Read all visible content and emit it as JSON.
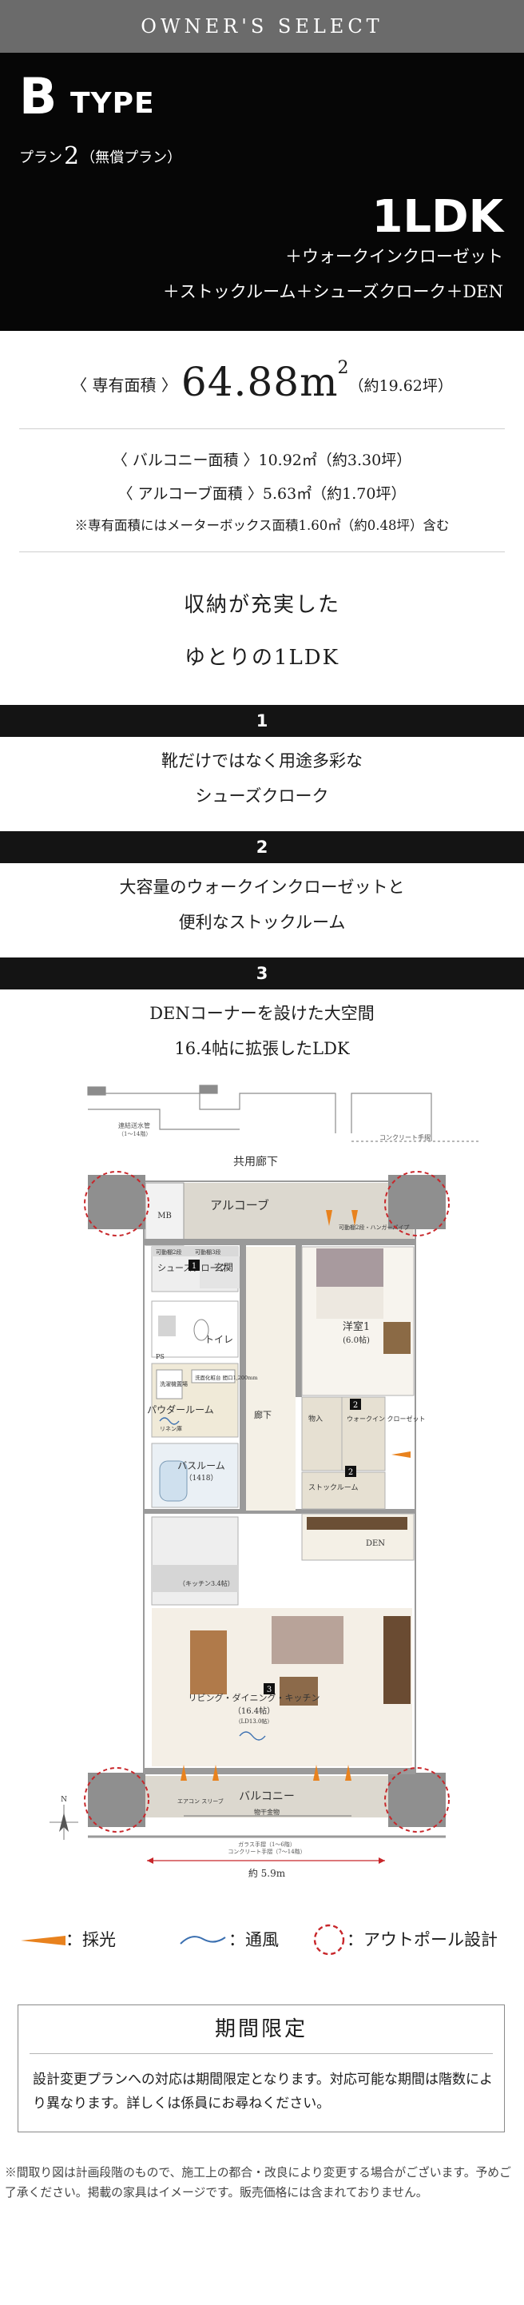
{
  "header": {
    "brand": "OWNER'S SELECT",
    "type_letter": "B",
    "type_word": "TYPE",
    "plan_prefix": "プラン",
    "plan_number": "2",
    "plan_note": "（無償プラン）",
    "layout": "1LDK",
    "features_line1": "＋ウォークインクローゼット",
    "features_line2": "＋ストックルーム＋シューズクローク＋DEN"
  },
  "area": {
    "label": "〈 専有面積 〉",
    "value": "64.88",
    "unit": "m",
    "unit_sup": "2",
    "tsubo": "（約19.62坪）",
    "balcony": "〈 バルコニー面積 〉10.92㎡（約3.30坪）",
    "alcove": "〈 アルコーブ面積 〉5.63㎡（約1.70坪）",
    "meter_note": "※専有面積にはメーターボックス面積1.60㎡（約0.48坪）含む"
  },
  "headline": {
    "line1": "収納が充実した",
    "line2": "ゆとりの1LDK"
  },
  "points": [
    {
      "number": "1",
      "line1": "靴だけではなく用途多彩な",
      "line2": "シューズクローク"
    },
    {
      "number": "2",
      "line1": "大容量のウォークインクローゼットと",
      "line2": "便利なストックルーム"
    },
    {
      "number": "3",
      "line1": "DENコーナーを設けた大空間",
      "line2": "16.4帖に拡張したLDK"
    }
  ],
  "floorplan": {
    "neighbor_label": "連結送水管",
    "neighbor_label2": "（1〜14階）",
    "concrete_rail": "コンクリート手摺",
    "corridor": "共用廊下",
    "alcove": "アルコーブ",
    "mb": "MB",
    "shoes_shelf": "可動棚2段",
    "shoes_shelf2": "可動棚3段",
    "shoes_cloak": "シューズクローク",
    "entrance": "玄関",
    "top_shelf_note": "可動棚2段・ハンガーパイプ",
    "wc": "トイレ",
    "ps": "PS",
    "laundry": "洗濯機置場",
    "powder": "パウダールーム",
    "linen": "リネン庫",
    "bath": "バスルーム",
    "bath_size": "（1418）",
    "sink_note": "洗面化粧台 間口1,200mm",
    "western": "洋室1",
    "western_size": "(6.0帖)",
    "hall": "廊下",
    "storage": "物入",
    "wic": "ウォークイン クローゼット",
    "stock": "ストックルーム",
    "den": "DEN",
    "kitchen": "（キッチン3.4帖）",
    "ldk": "リビング・ダイニング・キッチン",
    "ldk_size": "（16.4帖）",
    "ldk_sub": "（LD13.0帖）",
    "balcony": "バルコニー",
    "clothes": "物干金物",
    "aircon": "エアコン スリーブ",
    "rail_note1": "ガラス手摺（1〜6階）",
    "rail_note2": "コンクリート手摺（7〜14階）",
    "width": "約 5.9m",
    "compass": "N"
  },
  "legend": {
    "sun": "：採光",
    "wind": "：通風",
    "outpole": "：アウトポール設計"
  },
  "limited": {
    "title": "期間限定",
    "body": "設計変更プランへの対応は期間限定となります。対応可能な期間は階数により異なります。詳しくは係員にお尋ねください。"
  },
  "footnote": "※間取り図は計画段階のもので、施工上の都合・改良により変更する場合がございます。予めご了承ください。掲載の家具はイメージです。販売価格には含まれておりません。",
  "colors": {
    "header_bg": "#060606",
    "brand_band": "#6b6b6b",
    "point_bar": "#141414",
    "sun_orange": "#e8821e",
    "wind_blue": "#3a6fb0",
    "outpole_red": "#c8262a"
  }
}
